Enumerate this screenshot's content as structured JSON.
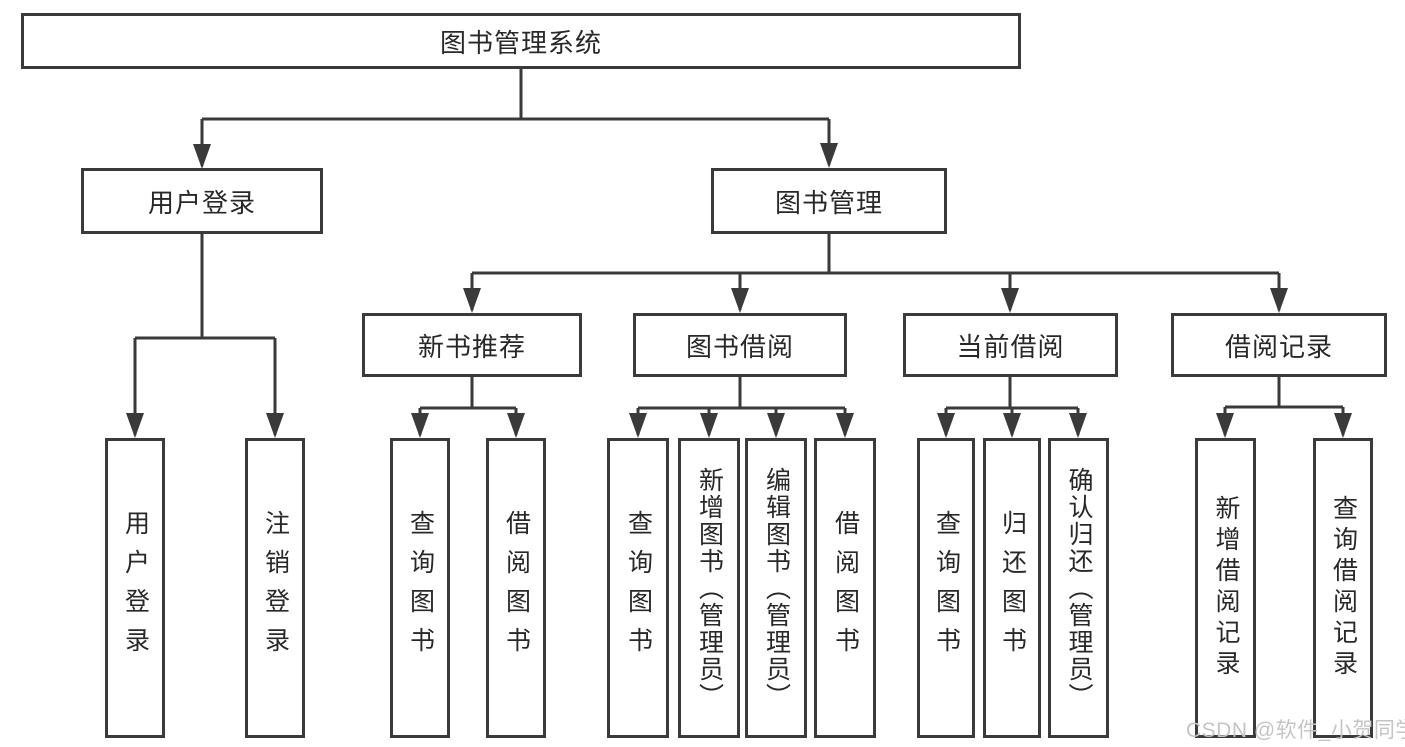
{
  "colors": {
    "line": "#3a3a3a",
    "text": "#282828",
    "background": "#ffffff",
    "watermark_color": "#c5c5c5"
  },
  "watermark": "CSDN @软件_小贺同学",
  "tree": {
    "root": {
      "label": "图书管理系统"
    },
    "branches": [
      {
        "label": "用户登录",
        "children": [
          {
            "label": "用户登录"
          },
          {
            "label": "注销登录"
          }
        ]
      },
      {
        "label": "图书管理",
        "children": [
          {
            "label": "新书推荐",
            "children": [
              {
                "label": "查询图书"
              },
              {
                "label": "借阅图书"
              }
            ]
          },
          {
            "label": "图书借阅",
            "children": [
              {
                "label": "查询图书"
              },
              {
                "label": "新增图书（管理员）"
              },
              {
                "label": "编辑图书（管理员）"
              },
              {
                "label": "借阅图书"
              }
            ]
          },
          {
            "label": "当前借阅",
            "children": [
              {
                "label": "查询图书"
              },
              {
                "label": "归还图书"
              },
              {
                "label": "确认归还（管理员）"
              }
            ]
          },
          {
            "label": "借阅记录",
            "children": [
              {
                "label": "新增借阅记录"
              },
              {
                "label": "查询借阅记录"
              }
            ]
          }
        ]
      }
    ]
  }
}
